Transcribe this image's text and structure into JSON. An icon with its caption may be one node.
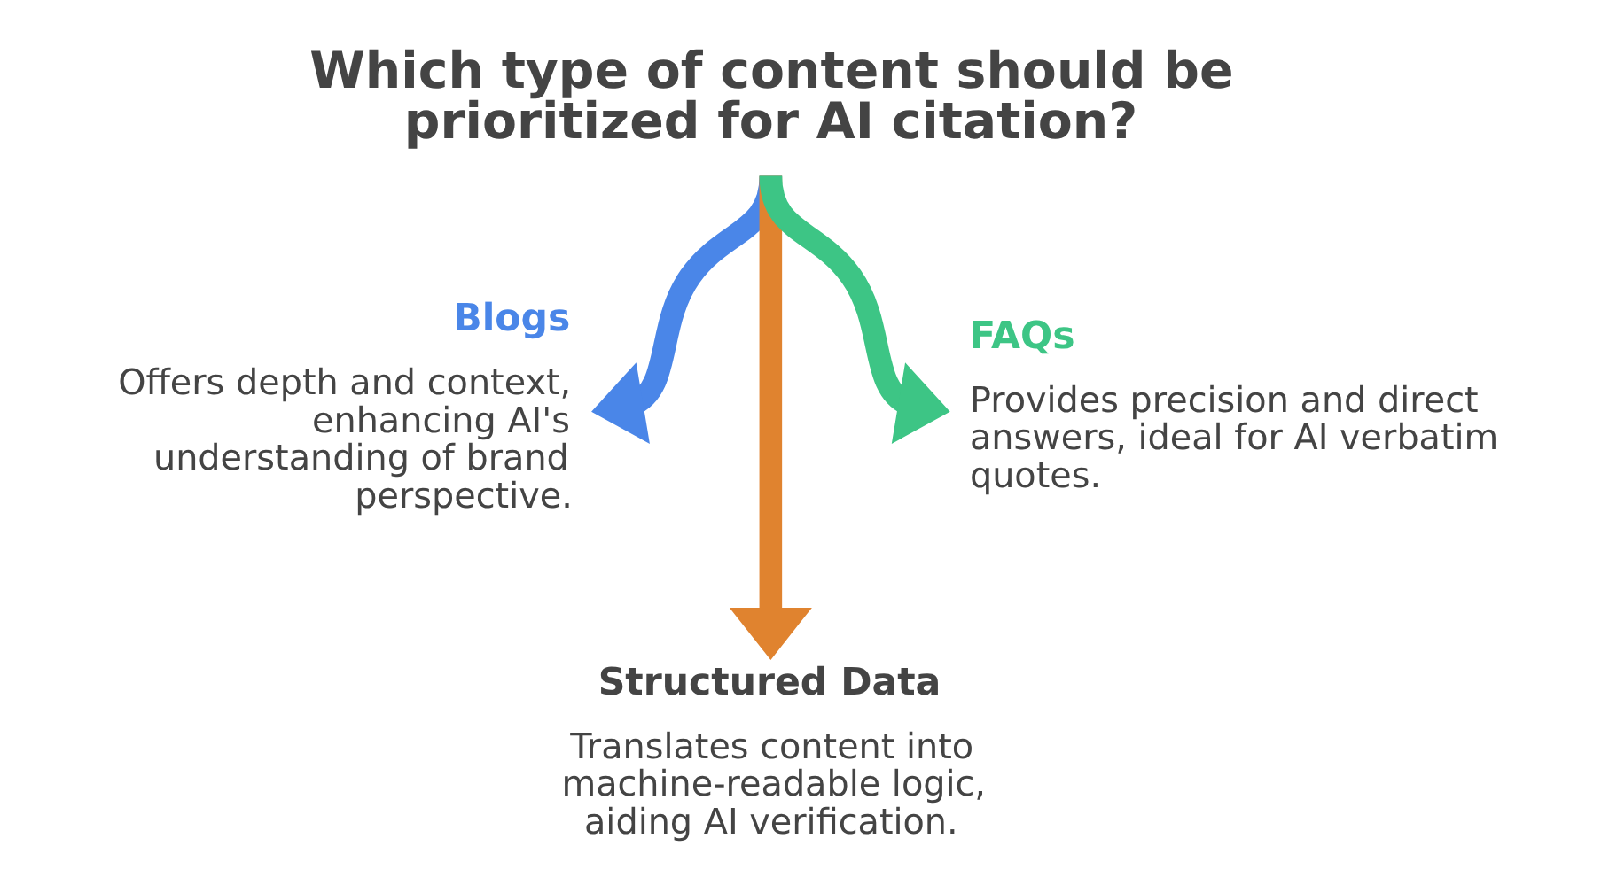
{
  "diagram": {
    "nodes": [
      {
        "text": [
          "Which type of content should be prioritized for AI citation?"
        ]
      },
      {
        "text": [
          "Blogs",
          "Offers depth and context, enhancing AI's understanding of brand perspective."
        ]
      },
      {
        "text": [
          "Structured Data",
          "Translates content into machine-readable logic, aiding AI verification."
        ]
      },
      {
        "text": [
          "FAQs",
          "Provides precision and direct answers, ideal for AI verbatim quotes."
        ]
      }
    ],
    "edges": [
      {
        "from": 0,
        "to": 1,
        "arrow": "to",
        "color": "#4a86e8"
      },
      {
        "from": 0,
        "to": 2,
        "arrow": "to",
        "color": "#e0832f"
      },
      {
        "from": 0,
        "to": 3,
        "arrow": "to",
        "color": "#3dc585"
      }
    ]
  }
}
